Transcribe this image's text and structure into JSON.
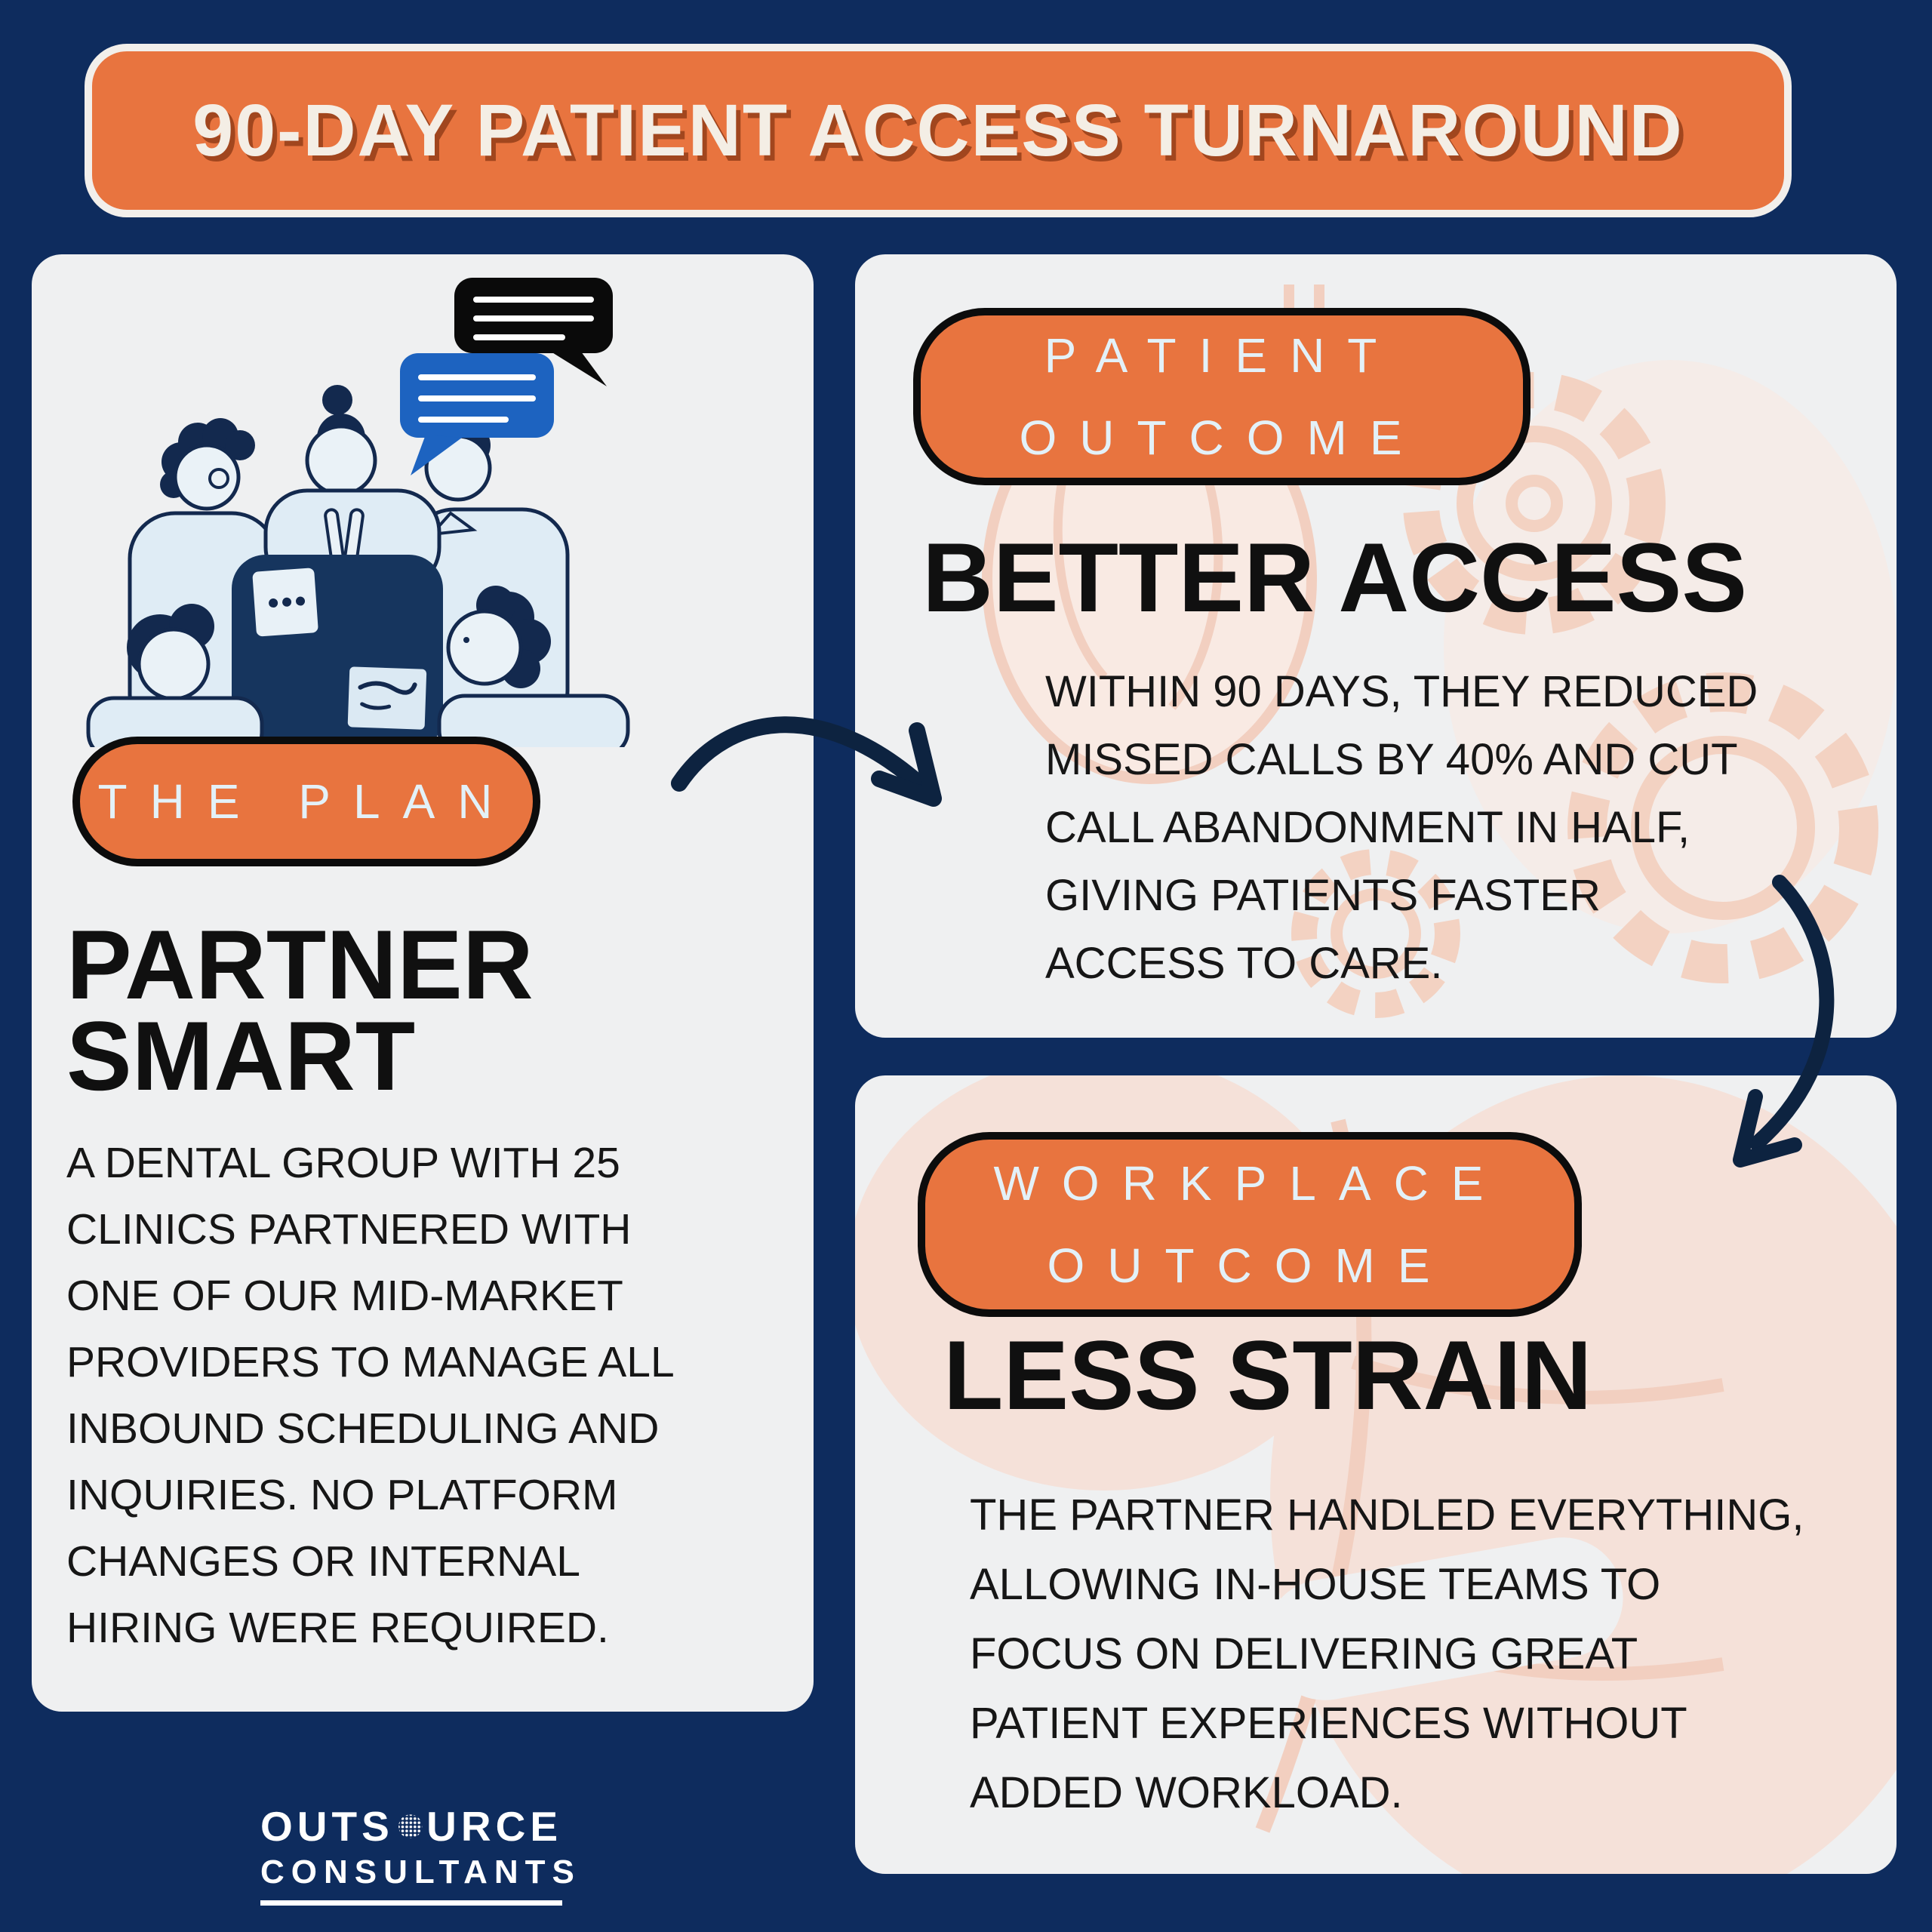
{
  "header": {
    "title": "90-DAY PATIENT ACCESS TURNAROUND"
  },
  "plan_panel": {
    "badge_label": "THE PLAN",
    "heading": "PARTNER\nSMART",
    "body": "A DENTAL GROUP WITH 25\nCLINICS PARTNERED WITH\nONE OF OUR MID-MARKET\nPROVIDERS TO MANAGE ALL\nINBOUND SCHEDULING AND\nINQUIRIES. NO PLATFORM\nCHANGES OR INTERNAL\nHIRING WERE REQUIRED.",
    "illustration": "team-meeting-illustration"
  },
  "patient_panel": {
    "badge_label": "PATIENT\nOUTCOME",
    "heading": "BETTER ACCESS",
    "body": "WITHIN 90 DAYS, THEY REDUCED\nMISSED CALLS BY 40% AND CUT\nCALL ABANDONMENT IN HALF,\nGIVING PATIENTS FASTER\nACCESS TO CARE."
  },
  "workplace_panel": {
    "badge_label": "WORKPLACE\nOUTCOME",
    "heading": "LESS STRAIN",
    "body": "THE PARTNER HANDLED EVERYTHING,\nALLOWING IN-HOUSE TEAMS TO\nFOCUS ON DELIVERING GREAT\nPATIENT EXPERIENCES WITHOUT\nADDED WORKLOAD."
  },
  "footer": {
    "logo_word_start": "OUTS",
    "logo_word_end": "URCE",
    "logo_line2": "CONSULTANTS"
  },
  "colors": {
    "background_navy": "#0E2C5E",
    "panel_gray": "#EFF0F1",
    "accent_orange": "#E8743F",
    "ink_navy": "#0D2340",
    "badge_text": "#E3F1F8",
    "heading_black": "#101010",
    "bubble_blue": "#1D63C0",
    "peach_outline": "#F2CFC0",
    "pink_blob": "#F5E1D9",
    "header_text": "#F4EEE5"
  }
}
